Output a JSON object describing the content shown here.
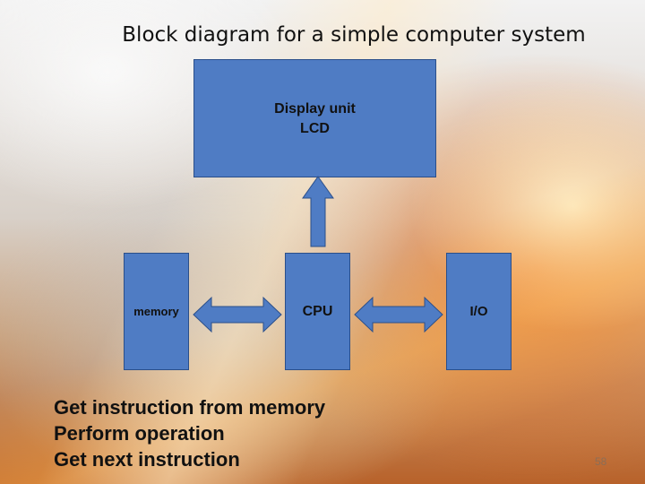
{
  "title": "Block diagram for a simple computer system",
  "blocks": {
    "display_unit": {
      "line1": "Display unit",
      "line2": "LCD"
    },
    "memory": "memory",
    "cpu": "CPU",
    "io": "I/O"
  },
  "steps": [
    "Get instruction from memory",
    "Perform operation",
    "Get next instruction"
  ],
  "slide_number": "58",
  "colors": {
    "block_fill": "#4f7cc4",
    "block_border": "#2b4f8a",
    "arrow_fill": "#4f7cc4"
  }
}
